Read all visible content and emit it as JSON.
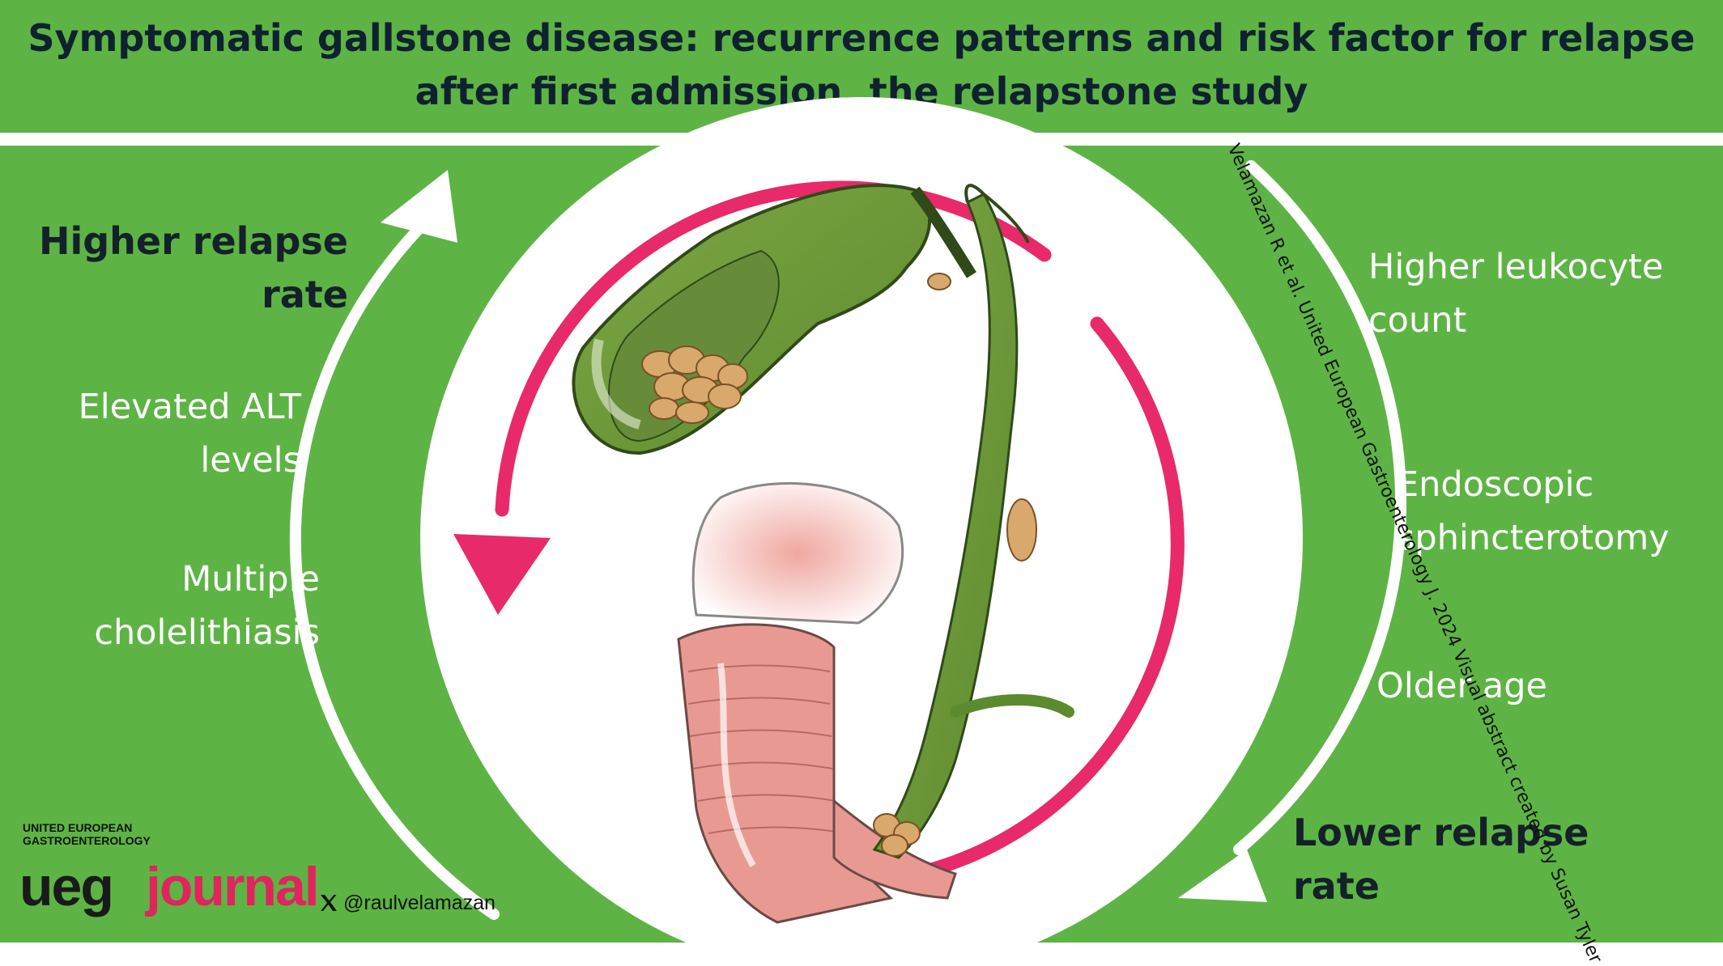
{
  "title": {
    "line1": "Symptomatic gallstone disease: recurrence patterns and risk factor for relapse",
    "line2": "after first admission, the relapstone study"
  },
  "left": {
    "top_label_line1": "Higher relapse",
    "top_label_line2": "rate",
    "factors": [
      {
        "line1": "Elevated ALT",
        "line2": "levels"
      },
      {
        "line1": "Multiple",
        "line2": "cholelithiasis"
      }
    ]
  },
  "right": {
    "factors": [
      {
        "line1": "Higher leukocyte",
        "line2": "count"
      },
      {
        "line1": "Endoscopic",
        "line2": "sphincterotomy"
      },
      {
        "line1": "Older age",
        "line2": ""
      }
    ],
    "bottom_label_line1": "Lower relapse",
    "bottom_label_line2": "rate"
  },
  "credit": "Velamazan R et al. United European Gastroenterology J. 2024 Visual abstract created by Susan Tyler",
  "logo": {
    "org_line1": "UNITED EUROPEAN",
    "org_line2": "GASTROENTEROLOGY",
    "ueg": "ueg",
    "journal": "journal"
  },
  "social": {
    "icon": "x-logo-icon",
    "handle": "@raulvelamazan"
  },
  "colors": {
    "green": "#5db444",
    "pink_arrow": "#e8296a",
    "white": "#ffffff",
    "title_text": "#0f2130",
    "bile_green": "#6e9a3a",
    "stone": "#d9a86c",
    "duodenum": "#e89a92"
  }
}
